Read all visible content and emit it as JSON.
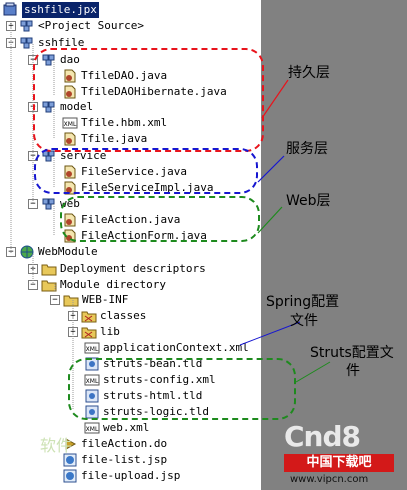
{
  "tree": {
    "root_label": "sshfile.jpx",
    "project_source": "<Project Source>",
    "pkg_sshfile": "sshfile",
    "pkg_dao": "dao",
    "file_tfiledao": "TfileDAO.java",
    "file_tfiledaohibernate": "TfileDAOHibernate.java",
    "pkg_model": "model",
    "file_tfile_hbm": "Tfile.hbm.xml",
    "file_tfile_java": "Tfile.java",
    "pkg_service": "service",
    "file_fileservice": "FileService.java",
    "file_fileserviceimpl": "FileServiceImpl.java",
    "pkg_web": "web",
    "file_fileaction": "FileAction.java",
    "file_fileactionform": "FileActionForm.java",
    "webmodule": "WebModule",
    "deployment": "Deployment descriptors",
    "module_dir": "Module directory",
    "webinf": "WEB-INF",
    "classes": "classes",
    "lib": "lib",
    "appctx": "applicationContext.xml",
    "struts_bean": "struts-bean.tld",
    "struts_config": "struts-config.xml",
    "struts_html": "struts-html.tld",
    "struts_logic": "struts-logic.tld",
    "web_xml": "web.xml",
    "fileaction_do": "fileAction.do",
    "file_list": "file-list.jsp",
    "file_upload": "file-upload.jsp"
  },
  "annotations": {
    "persistence": "持久层",
    "service": "服务层",
    "web": "Web层",
    "spring_line1": "Spring配置",
    "spring_line2": "文件",
    "struts_line1": "Struts配置文",
    "struts_line2": "件"
  },
  "watermark": {
    "brand": "Cnd8",
    "brand_cn": "中国下载吧",
    "url": "www.vipcn.com",
    "left_text": "软件"
  },
  "colors": {
    "red": "#e8141c",
    "blue": "#1616d0",
    "green": "#1e8a1e",
    "selection": "#0a246a",
    "panel": "#818181"
  }
}
